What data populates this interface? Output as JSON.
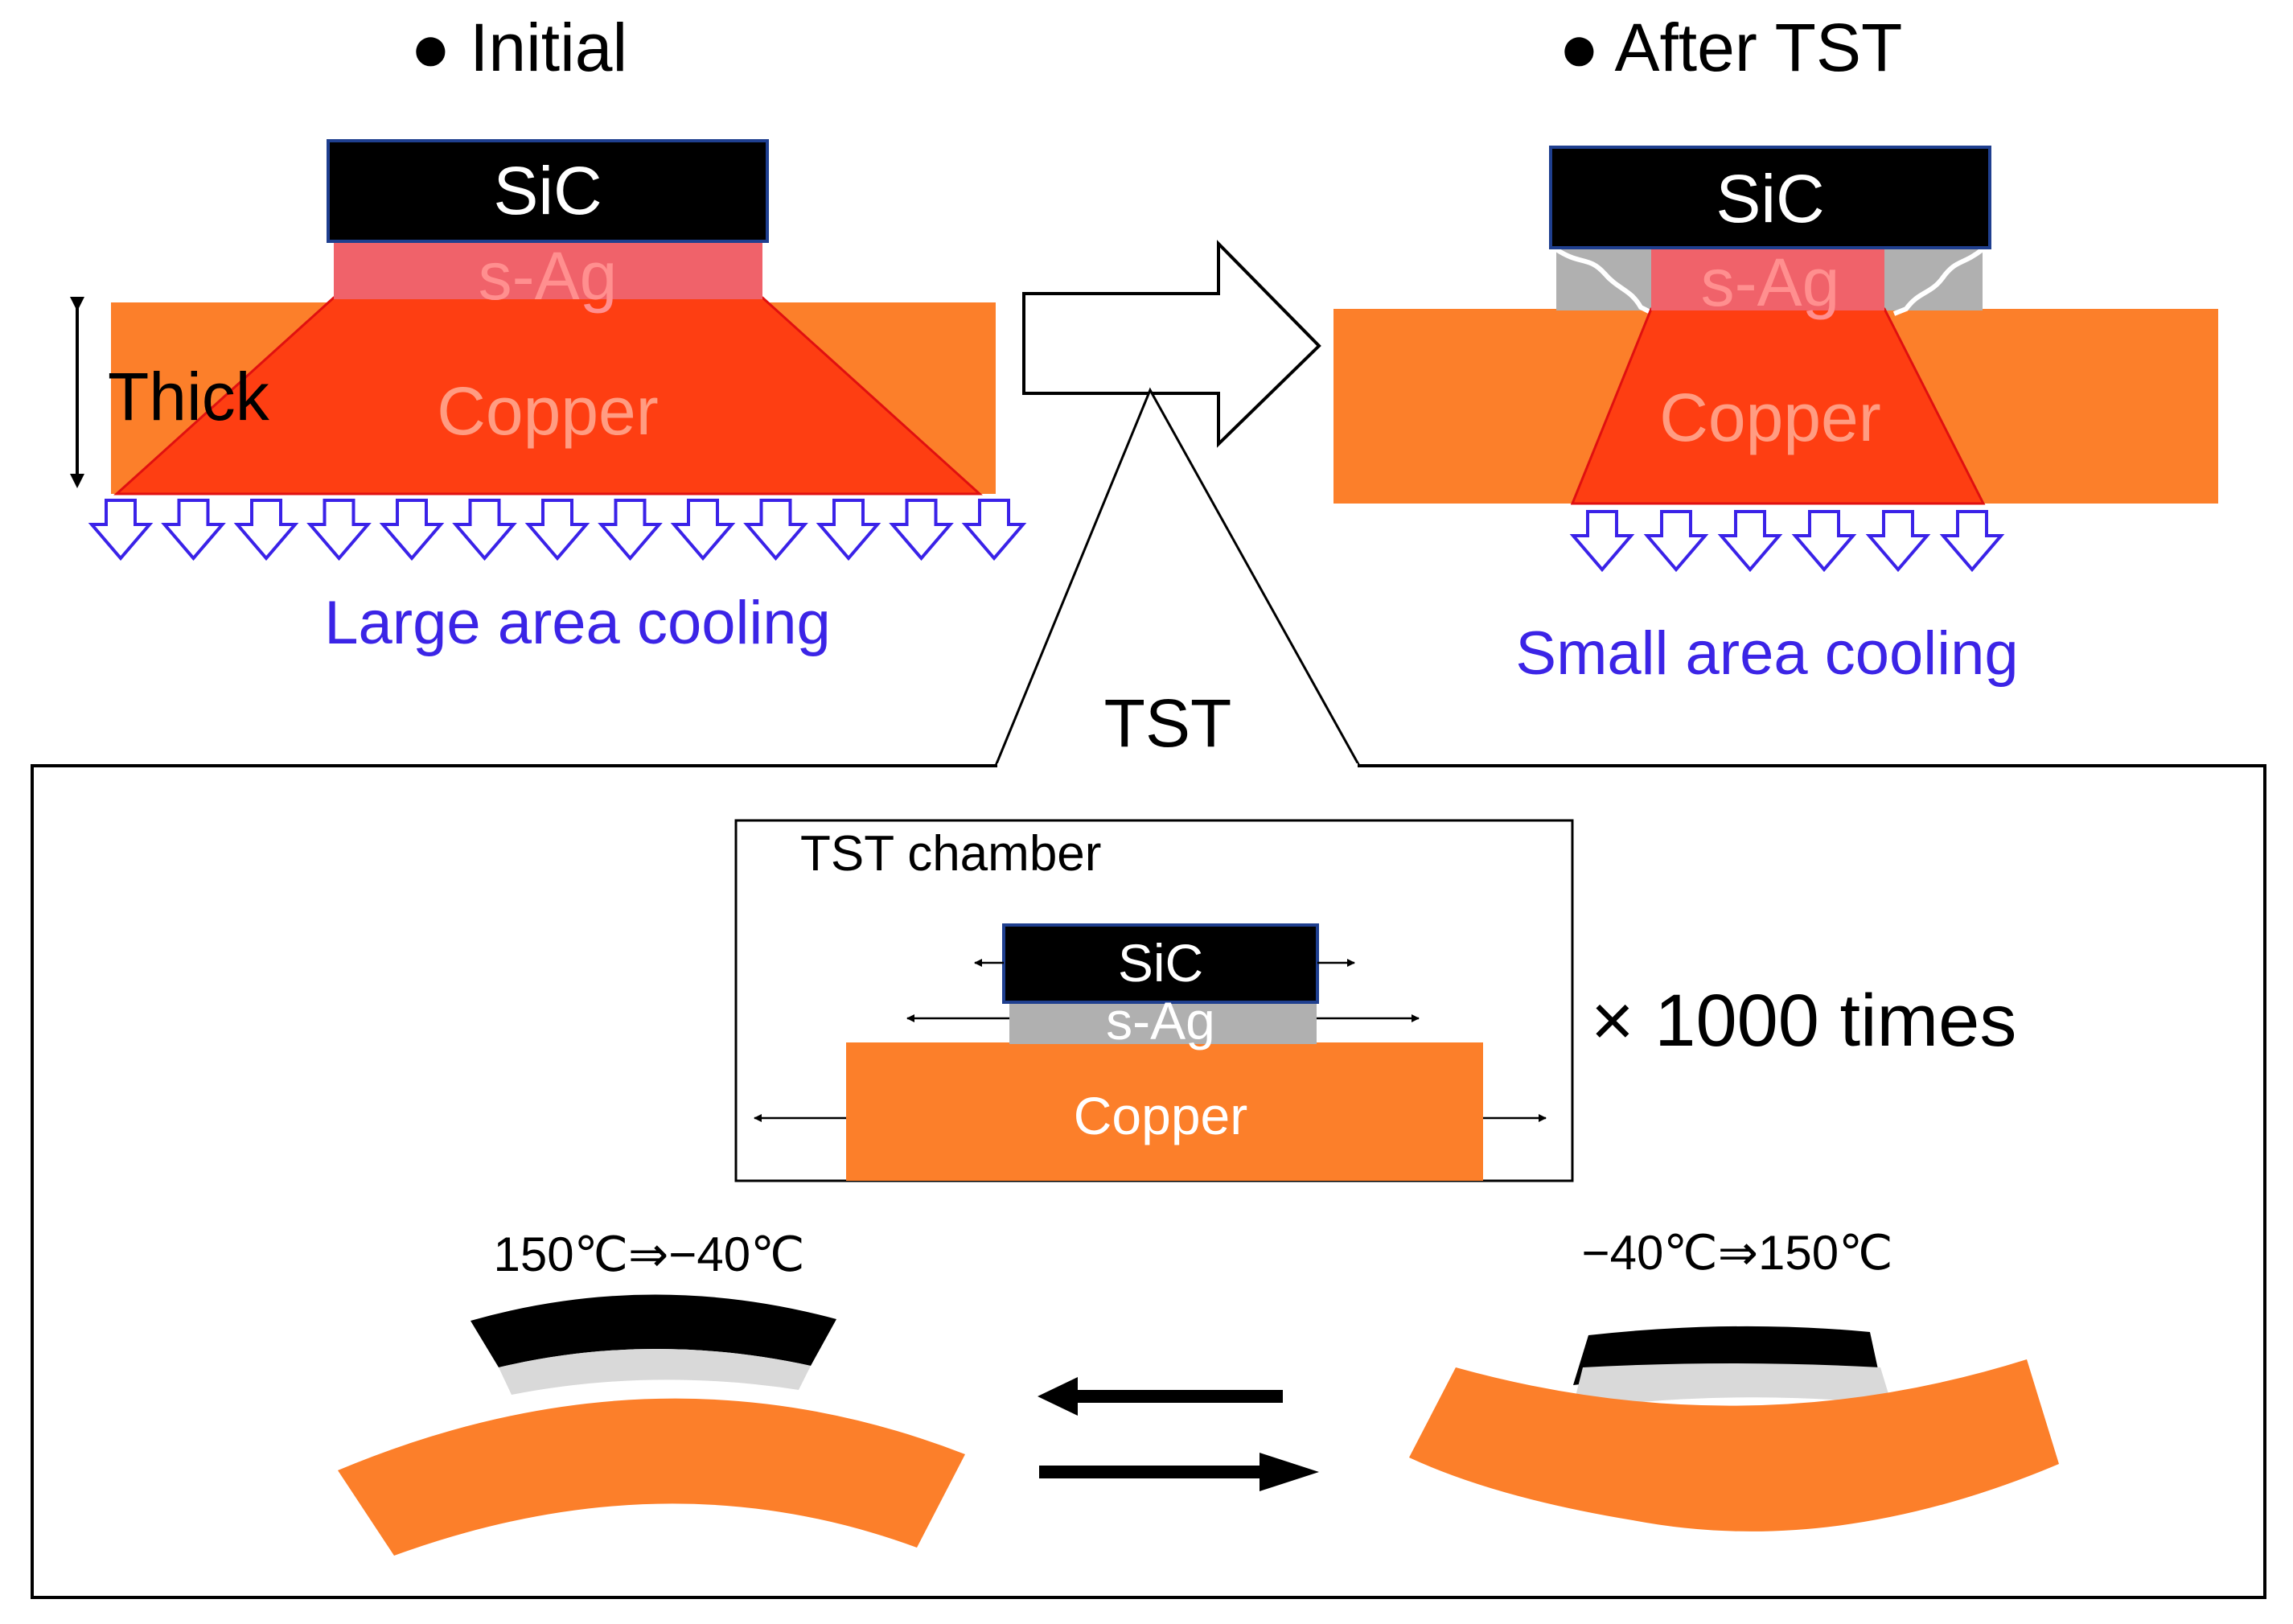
{
  "initial": {
    "heading": "● Initial",
    "sic_label": "SiC",
    "sag_label": "s-Ag",
    "copper_label": "Copper",
    "thick_label": "Thick",
    "cooling_label": "Large area cooling"
  },
  "after": {
    "heading": "● After TST",
    "sic_label": "SiC",
    "sag_label": "s-Ag",
    "copper_label": "Copper",
    "cooling_label": "Small area cooling"
  },
  "tst": {
    "label": "TST",
    "chamber_label": "TST chamber",
    "sic_label": "SiC",
    "sag_label": "s-Ag",
    "copper_label": "Copper",
    "repeat_label": "× 1000 times",
    "cooling_transition": "150℃⇒−40℃",
    "heating_transition": "−40℃⇒150℃"
  },
  "colors": {
    "sic": "#000000",
    "sic_outline": "#1f3f8f",
    "sag_initial": "#f0626a",
    "copper": "#fc7f2a",
    "heat_zone": "#fe3e12",
    "sag_gray": "#b0b0b0",
    "sag_light": "#d9d9d9",
    "cooling_arrow": "#3a22e8",
    "cooling_text": "#3b24e6"
  }
}
